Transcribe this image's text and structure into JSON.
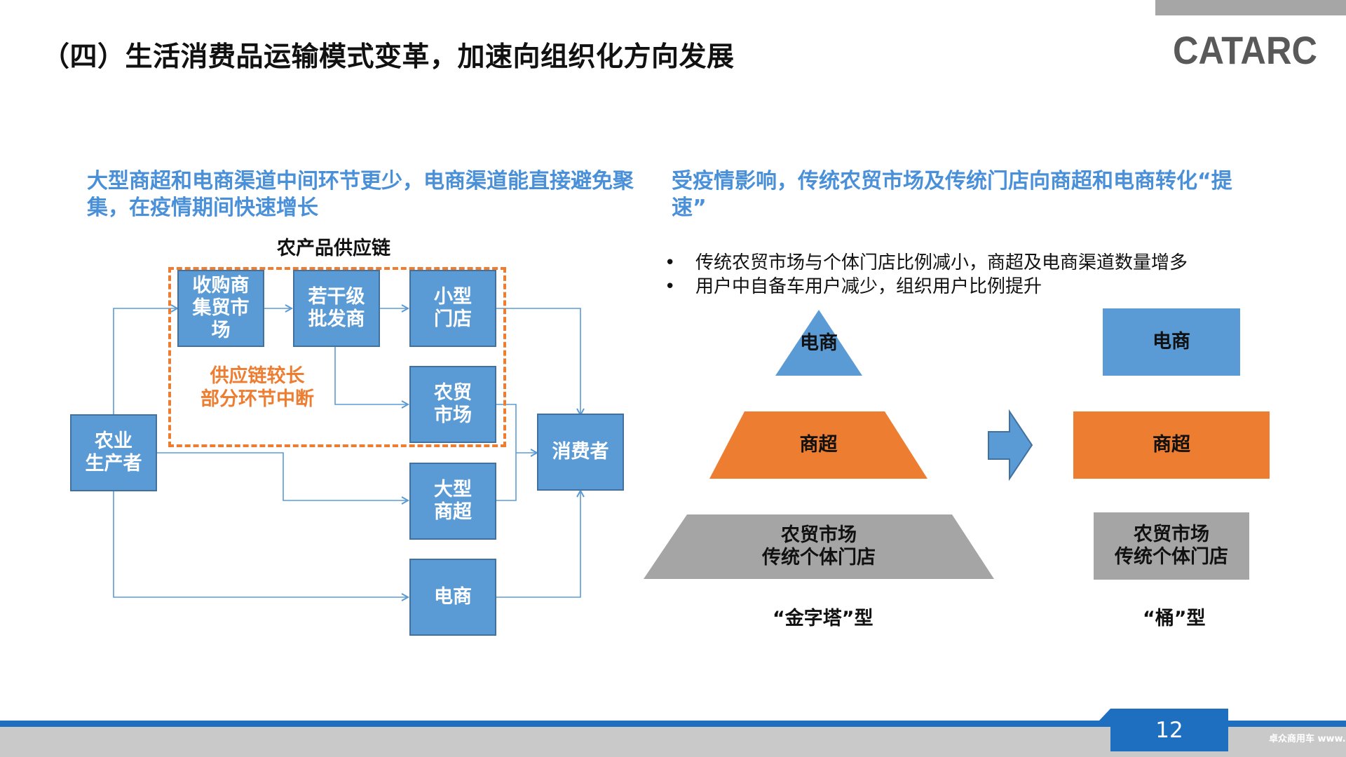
{
  "slide_title": "（四）生活消费品运输模式变革，加速向组织化方向发展",
  "logo_text": "CATARC",
  "left_heading": "大型商超和电商渠道中间环节更少，电商渠道能直接避免聚集，在疫情期间快速增长",
  "right_heading": "受疫情影响，传统农贸市场及传统门店向商超和电商转化“提速”",
  "supply_chain": {
    "title": "农产品供应链",
    "producer": "农业\n生产者",
    "buyer": "收购商\n集贸市\n场",
    "wholesaler": "若干级\n批发商",
    "small_store": "小型\n门店",
    "farm_market": "农贸\n市场",
    "supermarket": "大型\n商超",
    "ecommerce": "电商",
    "consumer": "消费者",
    "note": "供应链较长\n部分环节中断"
  },
  "bullets": [
    "传统农贸市场与个体门店比例减小，商超及电商渠道数量增多",
    "用户中自备车用户减少，组织用户比例提升"
  ],
  "pyramid": {
    "top": "电商",
    "middle": "商超",
    "bottom": "农贸市场\n传统个体门店",
    "caption": "“金字塔”型"
  },
  "bucket": {
    "top": "电商",
    "middle": "商超",
    "bottom": "农贸市场\n传统个体门店",
    "caption": "“桶”型"
  },
  "page_number": "12",
  "watermark": "卓众商用车 www.bjcv.com",
  "colors": {
    "blue": "#5b9bd5",
    "orange": "#ed7d31",
    "grey": "#a5a5a5",
    "heading_blue": "#4a90d9",
    "footer_blue": "#1e6fbf"
  }
}
